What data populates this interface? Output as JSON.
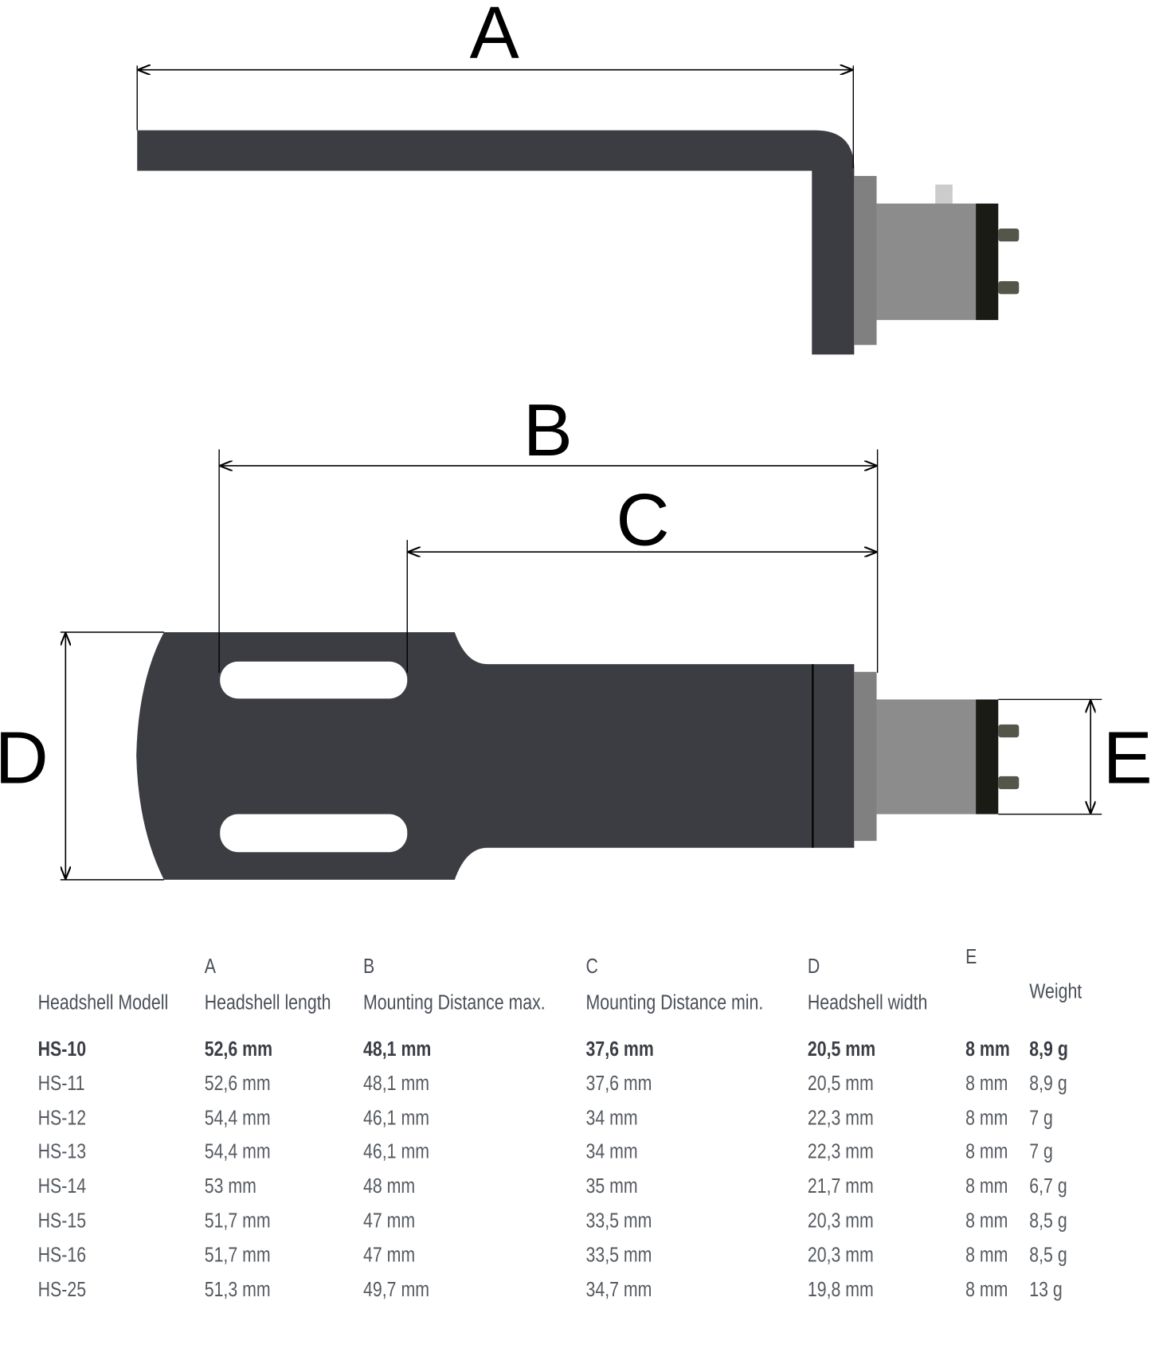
{
  "diagram": {
    "labels": {
      "a": "A",
      "b": "B",
      "c": "C",
      "d": "D",
      "e": "E"
    },
    "colors": {
      "headshell": "#3c3d42",
      "collar": "#808080",
      "body": "#8c8c8c",
      "plate": "#1b1b16",
      "tab": "#cccccc"
    }
  },
  "table": {
    "letters": [
      "",
      "A",
      "B",
      "C",
      "D",
      "E",
      ""
    ],
    "headers": [
      "Headshell Modell",
      "Headshell length",
      "Mounting Distance max.",
      "Mounting Distance min.",
      "Headshell width",
      "",
      "Weight"
    ],
    "rows": [
      [
        "HS-10",
        "52,6 mm",
        "48,1 mm",
        "37,6 mm",
        "20,5 mm",
        "8 mm",
        "8,9 g"
      ],
      [
        "HS-11",
        "52,6 mm",
        "48,1 mm",
        "37,6 mm",
        "20,5 mm",
        "8 mm",
        "8,9 g"
      ],
      [
        "HS-12",
        "54,4 mm",
        "46,1 mm",
        "34 mm",
        "22,3 mm",
        "8 mm",
        "7 g"
      ],
      [
        "HS-13",
        "54,4 mm",
        "46,1 mm",
        "34 mm",
        "22,3 mm",
        "8 mm",
        "7 g"
      ],
      [
        "HS-14",
        "53 mm",
        "48 mm",
        "35 mm",
        "21,7 mm",
        "8 mm",
        "6,7 g"
      ],
      [
        "HS-15",
        "51,7 mm",
        "47 mm",
        "33,5 mm",
        "20,3 mm",
        "8 mm",
        "8,5 g"
      ],
      [
        "HS-16",
        "51,7 mm",
        "47 mm",
        "33,5 mm",
        "20,3 mm",
        "8 mm",
        "8,5 g"
      ],
      [
        "HS-25",
        "51,3 mm",
        "49,7 mm",
        "34,7 mm",
        "19,8 mm",
        "8 mm",
        "13 g"
      ]
    ]
  }
}
